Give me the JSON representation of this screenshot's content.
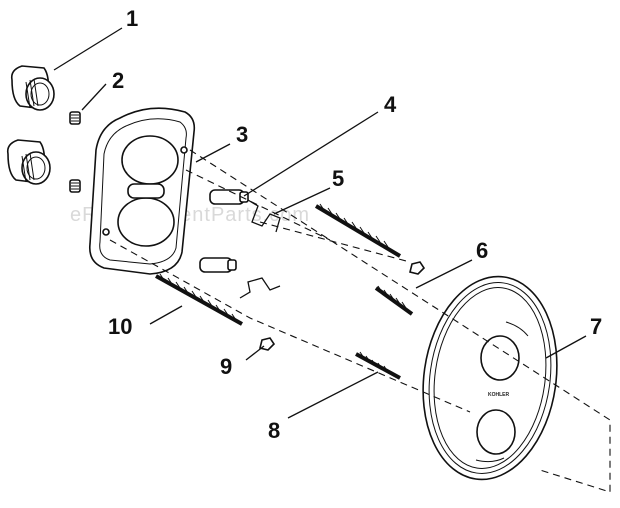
{
  "watermark": "eReplacementParts.com",
  "plate_brand": "KOHLER",
  "callouts": [
    "1",
    "2",
    "3",
    "4",
    "5",
    "6",
    "7",
    "8",
    "9",
    "10"
  ]
}
